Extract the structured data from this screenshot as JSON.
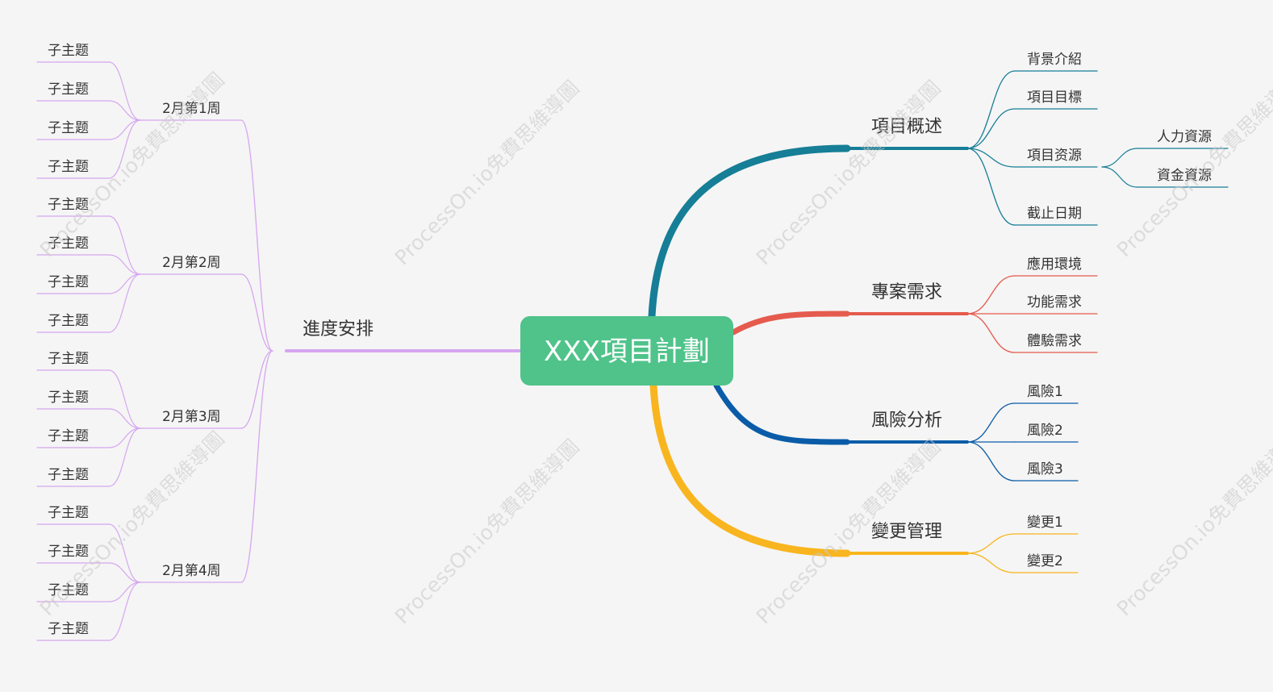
{
  "root": {
    "label": "XXX項目計劃",
    "color": "#4fc38a"
  },
  "watermark": "ProcessOn.io免費思維導圖",
  "left_branch": {
    "label": "進度安排",
    "color": "#d5a6ef",
    "weeks": [
      {
        "label": "2月第1周",
        "items": [
          "子主题",
          "子主题",
          "子主题",
          "子主题"
        ]
      },
      {
        "label": "2月第2周",
        "items": [
          "子主题",
          "子主题",
          "子主题",
          "子主题"
        ]
      },
      {
        "label": "2月第3周",
        "items": [
          "子主题",
          "子主题",
          "子主题",
          "子主题"
        ]
      },
      {
        "label": "2月第4周",
        "items": [
          "子主题",
          "子主题",
          "子主题",
          "子主题"
        ]
      }
    ]
  },
  "right_branches": [
    {
      "label": "項目概述",
      "color": "#167e96",
      "children": [
        {
          "label": "背景介紹"
        },
        {
          "label": "項目目標"
        },
        {
          "label": "項目资源",
          "children": [
            "人力資源",
            "資金資源"
          ]
        },
        {
          "label": "截止日期"
        }
      ]
    },
    {
      "label": "專案需求",
      "color": "#e55b4e",
      "children": [
        {
          "label": "應用環境"
        },
        {
          "label": "功能需求"
        },
        {
          "label": "體驗需求"
        }
      ]
    },
    {
      "label": "風險分析",
      "color": "#0a5ca8",
      "children": [
        {
          "label": "風險1"
        },
        {
          "label": "風險2"
        },
        {
          "label": "風險3"
        }
      ]
    },
    {
      "label": "變更管理",
      "color": "#f9b51f",
      "children": [
        {
          "label": "變更1"
        },
        {
          "label": "變更2"
        }
      ]
    }
  ]
}
